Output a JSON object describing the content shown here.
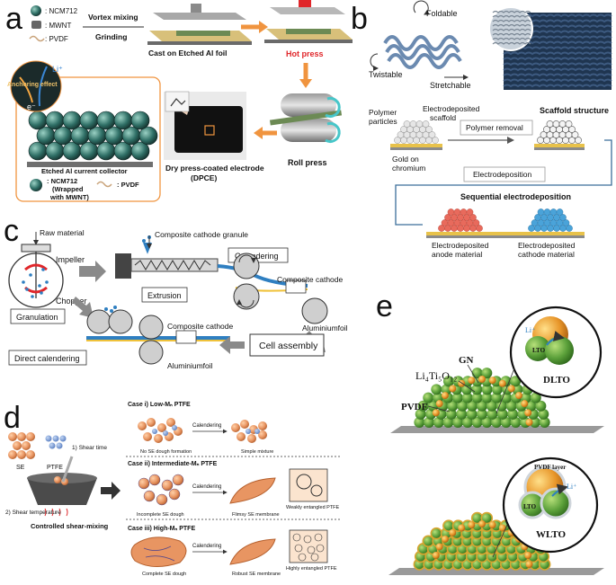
{
  "panels": {
    "a": {
      "letter": "a",
      "legend_top": [
        "NCM712",
        "MWNT",
        "PVDF"
      ],
      "legend_prefix": ":",
      "mixing": "Vortex mixing",
      "grinding": "Grinding",
      "cast": "Cast on Etched Al foil",
      "hotpress": "Hot press",
      "rollpress": "Roll press",
      "dpce": "Dry press-coated electrode",
      "dpce_abbr": "(DPCE)",
      "etched": "Etched Al current collector",
      "anchoring": "Anchoring effect",
      "li": "Li⁺",
      "e": "e⁻",
      "legend_bottom_ncm": "NCM712",
      "legend_bottom_ncm2": "(Wrapped",
      "legend_bottom_ncm3": "with MWNT)",
      "legend_bottom_pvdf": "PVDF"
    },
    "b": {
      "letter": "b",
      "foldable": "Foldable",
      "twistable": "Twistable",
      "stretchable": "Stretchable",
      "polymer_particles": "Polymer",
      "polymer_particles2": "particles",
      "electrodeposited": "Electrodeposited",
      "scaffold": "scaffold",
      "polymer_removal": "Polymer removal",
      "scaffold_structure": "Scaffold structure",
      "gold_on": "Gold on",
      "chromium": "chromium",
      "electrodeposition": "Electrodeposition",
      "sequential": "Sequential electrodeposition",
      "anode1": "Electrodeposited",
      "anode2": "anode material",
      "cathode1": "Electrodeposited",
      "cathode2": "cathode material"
    },
    "c": {
      "letter": "c",
      "raw_material": "Raw material",
      "impeller": "Impeller",
      "chopper": "Chopper",
      "granulation": "Granulation",
      "granule": "Composite cathode granule",
      "extrusion": "Extrusion",
      "calendering": "Calendering",
      "composite_cathode_top": "Composite cathode",
      "aluminiumfoil_top": "Aluminiumfoil",
      "composite_cathode_bot": "Composite cathode",
      "aluminiumfoil_bot": "Aluminiumfoil",
      "direct_calendering": "Direct calendering",
      "cell_assembly": "Cell assembly"
    },
    "d": {
      "letter": "d",
      "se": "SE",
      "ptfe": "PTFE",
      "shear_time": "1) Shear time",
      "shear_temp": "2) Shear temperature",
      "controlled": "Controlled shear-mixing",
      "case1": "Case i) Low-Mₙ PTFE",
      "case2": "Case ii) Intermediate-Mₙ PTFE",
      "case3": "Case iii) High-Mₙ PTFE",
      "calendering": "Calendering",
      "case1_a": "No SE dough formation",
      "case1_b": "Simple mixture",
      "case2_a": "Incomplete SE dough",
      "case2_b": "Flimsy SE membrane",
      "case2_c": "Weakly entangled PTFE",
      "case3_a": "Complete SE dough",
      "case3_b": "Robust SE membrane",
      "case3_c": "Highly entangled PTFE"
    },
    "e": {
      "letter": "e",
      "lto_formula": "Li₄Ti₅O₁₂",
      "gn": "GN",
      "pvdf": "PVDF",
      "dlto": "DLTO",
      "wlto": "WLTO",
      "lto": "LTO",
      "li": "Li⁺",
      "pvdf_layer": "PVDF layer"
    }
  },
  "colors": {
    "orange_arrow": "#f0943f",
    "gray_arrow": "#8a8a8a",
    "hot_red": "#e0262a",
    "sphere_green": "#5ba03a",
    "sphere_orange": "#e8962a",
    "electrode_blue": "#2f7fc1",
    "anode_red": "#e86a5c",
    "cathode_blue": "#4aa3d9"
  }
}
